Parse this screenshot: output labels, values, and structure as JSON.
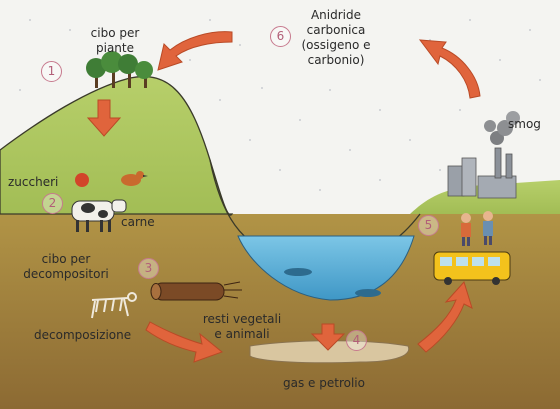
{
  "labels": {
    "food_plants": "cibo per\npiante",
    "co2": "Anidride\ncarbonica\n(ossigeno e\ncarbonio)",
    "smog": "smog",
    "sugars": "zuccheri",
    "meat": "carne",
    "food_decomposers": "cibo per\ndecompositori",
    "decomposition": "decomposizione",
    "plant_animal_remains": "resti vegetali\ne animali",
    "gas_oil": "gas e petrolio"
  },
  "steps": [
    "1",
    "2",
    "3",
    "4",
    "5",
    "6"
  ],
  "colors": {
    "sky": "#f4f4f1",
    "hill": "#a7c45c",
    "soil": "#9e7c3c",
    "water": "#5fb3d9",
    "arrow": "#e0643c",
    "step_circle": "#c77a8e"
  }
}
